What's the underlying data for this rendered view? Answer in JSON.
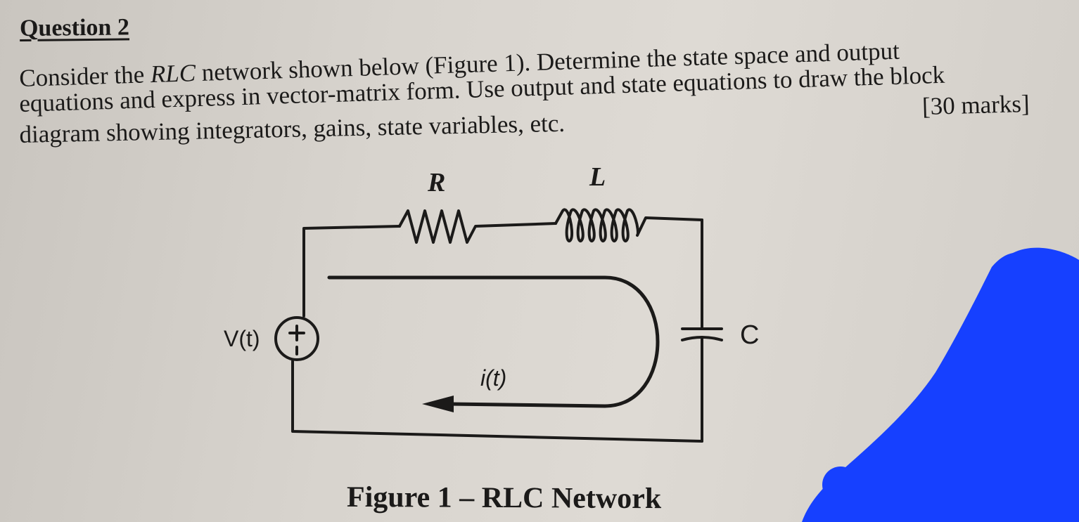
{
  "question": {
    "heading": "Question 2",
    "lines": [
      "Consider the RLC network shown below (Figure 1). Determine the state space and output",
      "equations and express in vector-matrix form. Use output and state equations to draw the block",
      "diagram showing integrators, gains, state variables, etc."
    ],
    "marks": "[30 marks]"
  },
  "figure": {
    "labels": {
      "resistor": "R",
      "inductor": "L",
      "capacitor": "C",
      "source": "V(t)",
      "source_sign": "±",
      "current": "i(t)"
    },
    "caption": "Figure 1 – RLC Network"
  },
  "colors": {
    "ink": "#1b1a19",
    "paper": "#dcd8d2",
    "marker_blue": "#1640ff"
  }
}
